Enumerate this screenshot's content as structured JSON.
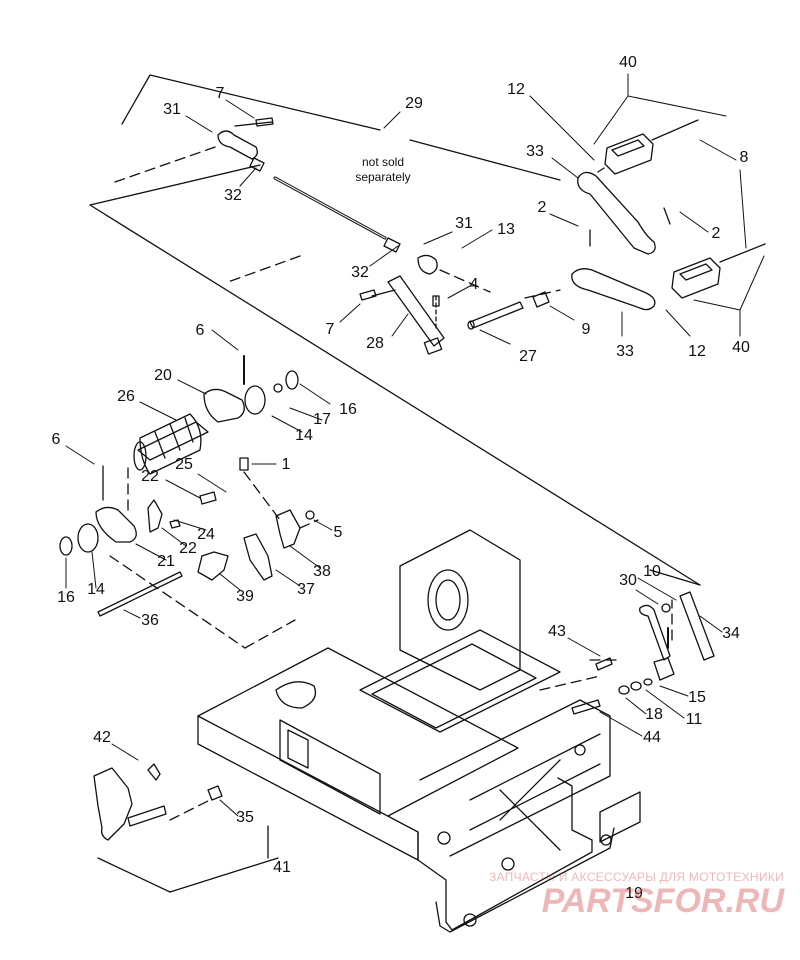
{
  "labels": [
    {
      "key": "40a",
      "text": "40"
    },
    {
      "key": "7a",
      "text": "7"
    },
    {
      "key": "31a",
      "text": "31"
    },
    {
      "key": "29",
      "text": "29"
    },
    {
      "key": "12a",
      "text": "12"
    },
    {
      "key": "33a",
      "text": "33"
    },
    {
      "key": "8",
      "text": "8"
    },
    {
      "key": "32a",
      "text": "32"
    },
    {
      "key": "2a",
      "text": "2"
    },
    {
      "key": "2b",
      "text": "2"
    },
    {
      "key": "31b",
      "text": "31"
    },
    {
      "key": "13",
      "text": "13"
    },
    {
      "key": "32b",
      "text": "32"
    },
    {
      "key": "4",
      "text": "4"
    },
    {
      "key": "7b",
      "text": "7"
    },
    {
      "key": "9",
      "text": "9"
    },
    {
      "key": "33b",
      "text": "33"
    },
    {
      "key": "12b",
      "text": "12"
    },
    {
      "key": "40b",
      "text": "40"
    },
    {
      "key": "28",
      "text": "28"
    },
    {
      "key": "27",
      "text": "27"
    },
    {
      "key": "6a",
      "text": "6"
    },
    {
      "key": "20",
      "text": "20"
    },
    {
      "key": "26",
      "text": "26"
    },
    {
      "key": "17",
      "text": "17"
    },
    {
      "key": "16a",
      "text": "16"
    },
    {
      "key": "14a",
      "text": "14"
    },
    {
      "key": "6b",
      "text": "6"
    },
    {
      "key": "25",
      "text": "25"
    },
    {
      "key": "1",
      "text": "1"
    },
    {
      "key": "22a",
      "text": "22"
    },
    {
      "key": "5",
      "text": "5"
    },
    {
      "key": "24",
      "text": "24"
    },
    {
      "key": "22b",
      "text": "22"
    },
    {
      "key": "21",
      "text": "21"
    },
    {
      "key": "38",
      "text": "38"
    },
    {
      "key": "16b",
      "text": "16"
    },
    {
      "key": "14b",
      "text": "14"
    },
    {
      "key": "39",
      "text": "39"
    },
    {
      "key": "37",
      "text": "37"
    },
    {
      "key": "36",
      "text": "36"
    },
    {
      "key": "30",
      "text": "30"
    },
    {
      "key": "10",
      "text": "10"
    },
    {
      "key": "34",
      "text": "34"
    },
    {
      "key": "43",
      "text": "43"
    },
    {
      "key": "15",
      "text": "15"
    },
    {
      "key": "18",
      "text": "18"
    },
    {
      "key": "11",
      "text": "11"
    },
    {
      "key": "44",
      "text": "44"
    },
    {
      "key": "42",
      "text": "42"
    },
    {
      "key": "35",
      "text": "35"
    },
    {
      "key": "41",
      "text": "41"
    },
    {
      "key": "19",
      "text": "19"
    }
  ],
  "note": "not sold\nseparately",
  "watermark": {
    "tagline": "ЗАПЧАСТИ И АКСЕССУАРЫ ДЛЯ МОТОТЕХНИКИ",
    "brand": "PARTSFOR.RU"
  }
}
